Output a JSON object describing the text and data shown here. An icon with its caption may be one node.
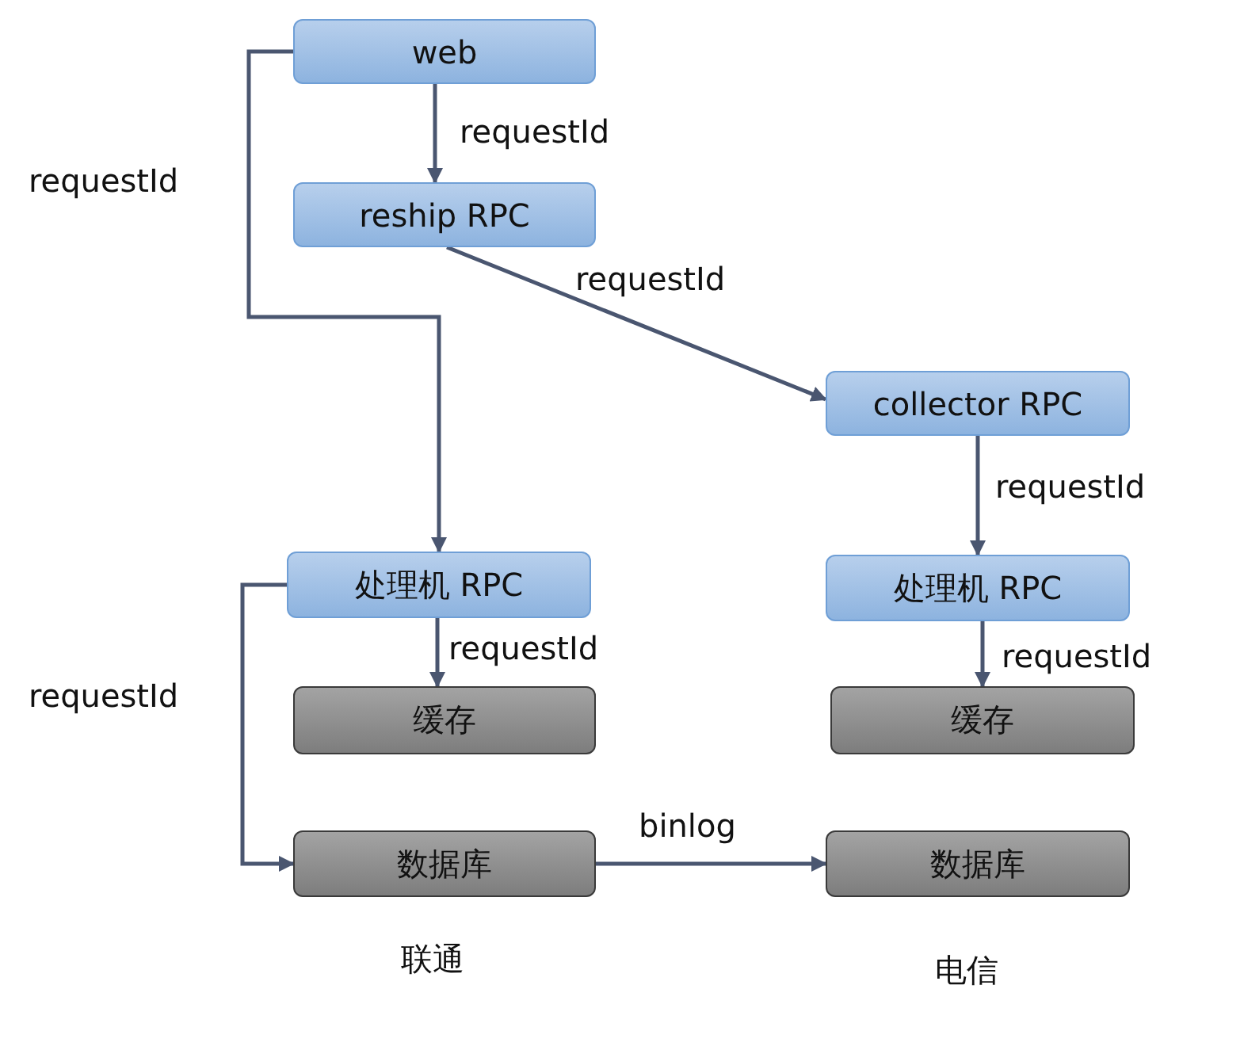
{
  "diagram": {
    "nodes": [
      {
        "text": [
          "web"
        ]
      },
      {
        "text": [
          "reship RPC"
        ]
      },
      {
        "text": [
          "collector RPC"
        ]
      },
      {
        "text": [
          "处理机 RPC"
        ]
      },
      {
        "text": [
          "缓存"
        ]
      },
      {
        "text": [
          "数据库"
        ]
      },
      {
        "text": [
          "处理机 RPC"
        ]
      },
      {
        "text": [
          "缓存"
        ]
      },
      {
        "text": [
          "数据库"
        ]
      }
    ],
    "edges": [
      {
        "from": 0,
        "to": 1,
        "arrow": "to",
        "label": "requestId"
      },
      {
        "from": 1,
        "to": 2,
        "arrow": "to",
        "label": "requestId"
      },
      {
        "from": 0,
        "to": 3,
        "arrow": "to",
        "label": "requestId"
      },
      {
        "from": 2,
        "to": 6,
        "arrow": "to",
        "label": "requestId"
      },
      {
        "from": 3,
        "to": 4,
        "arrow": "to",
        "label": "requestId"
      },
      {
        "from": 6,
        "to": 7,
        "arrow": "to",
        "label": "requestId"
      },
      {
        "from": 3,
        "to": 5,
        "arrow": "to",
        "label": "requestId"
      },
      {
        "from": 5,
        "to": 8,
        "arrow": "to",
        "label": "binlog"
      }
    ],
    "labels": [
      "联通",
      "电信"
    ]
  }
}
